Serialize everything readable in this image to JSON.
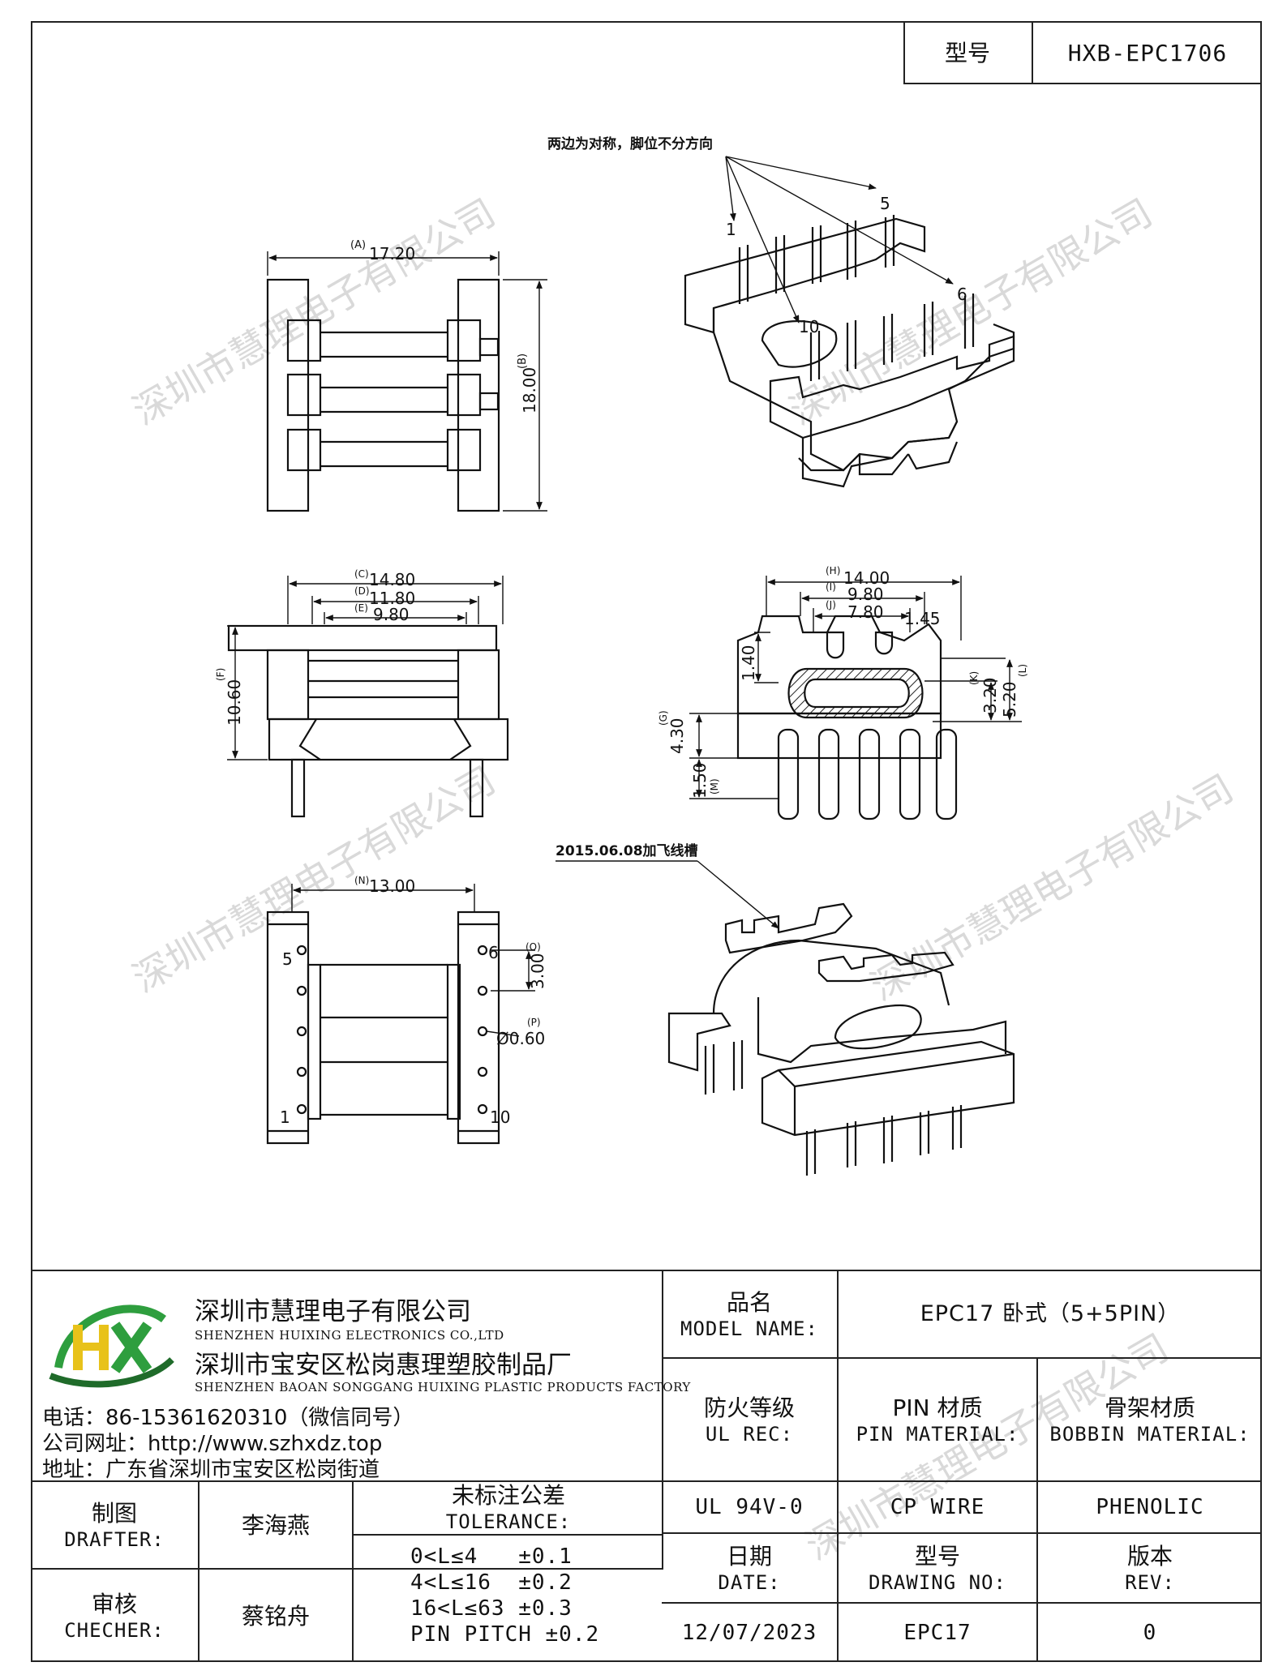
{
  "header": {
    "model_label": "型号",
    "model_value": "HXB-EPC1706"
  },
  "watermark": "深圳市慧理电子有限公司",
  "annotations": {
    "symmetry_note": "两边为对称，脚位不分方向",
    "revision_note": "2015.06.08加飞线槽",
    "pin_labels_top": [
      "1",
      "5",
      "6",
      "10"
    ],
    "pin_labels_bottom": [
      "5",
      "6",
      "1",
      "10"
    ]
  },
  "dimensions": {
    "A": {
      "tag": "(A)",
      "value": "17.20"
    },
    "B": {
      "tag": "(B)",
      "value": "18.00"
    },
    "C": {
      "tag": "(C)",
      "value": "14.80"
    },
    "D": {
      "tag": "(D)",
      "value": "11.80"
    },
    "E": {
      "tag": "(E)",
      "value": "9.80"
    },
    "F": {
      "tag": "(F)",
      "value": "10.60"
    },
    "H": {
      "tag": "(H)",
      "value": "14.00"
    },
    "I": {
      "tag": "(I)",
      "value": "9.80"
    },
    "J": {
      "tag": "(J)",
      "value": "7.80"
    },
    "K": {
      "tag": "(K)",
      "value": "3.20"
    },
    "L": {
      "tag": "(L)",
      "value": "5.20"
    },
    "G": {
      "tag": "(G)",
      "value": "4.30"
    },
    "M": {
      "tag": "(M)",
      "value": "1.50"
    },
    "slot": {
      "value": "1.45"
    },
    "height": {
      "value": "1.40"
    },
    "N": {
      "tag": "(N)",
      "value": "13.00"
    },
    "O": {
      "tag": "(O)",
      "value": "3.00"
    },
    "P": {
      "tag": "(P)",
      "value": "Ø0.60"
    }
  },
  "company": {
    "name_zh": "深圳市慧理电子有限公司",
    "name_en": "SHENZHEN HUIXING ELECTRONICS CO.,LTD",
    "factory_zh": "深圳市宝安区松岗惠理塑胶制品厂",
    "factory_en": "SHENZHEN BAOAN SONGGANG HUIXING PLASTIC PRODUCTS FACTORY",
    "phone": "电话：86-15361620310（微信同号）",
    "website": "公司网址：http://www.szhxdz.top",
    "address": "地址：广东省深圳市宝安区松岗街道",
    "logo_text": "HX",
    "logo_colors": {
      "green": "#2e9e3e",
      "yellow": "#e8c21a",
      "dark_green": "#1f6b2a"
    }
  },
  "title_block": {
    "model_name_zh": "品名",
    "model_name_en": "MODEL NAME:",
    "model_name_value": "EPC17 卧式（5+5PIN）",
    "ul_zh": "防火等级",
    "ul_en": "UL REC:",
    "ul_value": "UL 94V-0",
    "pin_zh": "PIN 材质",
    "pin_en": "PIN MATERIAL:",
    "pin_value": "CP WIRE",
    "bobbin_zh": "骨架材质",
    "bobbin_en": "BOBBIN MATERIAL:",
    "bobbin_value": "PHENOLIC",
    "drafter_zh": "制图",
    "drafter_en": "DRAFTER:",
    "drafter_value": "李海燕",
    "checker_zh": "审核",
    "checker_en": "CHECHER:",
    "checker_value": "蔡铭舟",
    "tolerance_zh": "未标注公差",
    "tolerance_en": "TOLERANCE:",
    "tolerance_lines": [
      "0<L≤4   ±0.1",
      "4<L≤16  ±0.2",
      "16<L≤63 ±0.3",
      "PIN PITCH ±0.2"
    ],
    "date_zh": "日期",
    "date_en": "DATE:",
    "date_value": "12/07/2023",
    "drawing_zh": "型号",
    "drawing_en": "DRAWING NO:",
    "drawing_value": "EPC17",
    "rev_zh": "版本",
    "rev_en": "REV:",
    "rev_value": "0"
  }
}
